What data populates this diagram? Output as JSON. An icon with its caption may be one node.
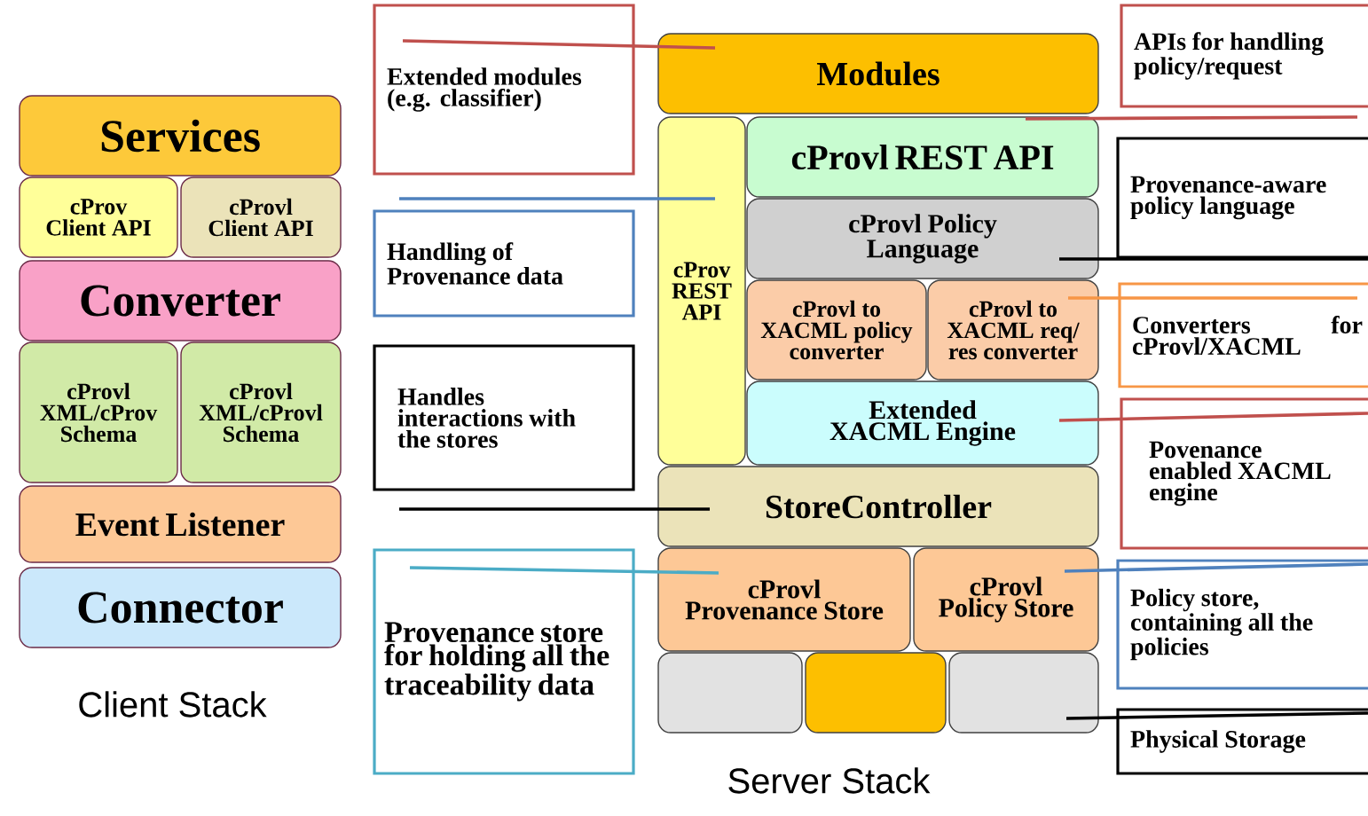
{
  "diagram": {
    "nodes": [
      {
        "text": [
          "Services"
        ]
      },
      {
        "text": [
          "cProv Client API"
        ]
      },
      {
        "text": [
          "cProvl Client API"
        ]
      },
      {
        "text": [
          "Converter"
        ]
      },
      {
        "text": [
          "cProvl XML/cProv Schema"
        ]
      },
      {
        "text": [
          "cProvl XML/cProvl Schema"
        ]
      },
      {
        "text": [
          "Event Listener"
        ]
      },
      {
        "text": [
          "Connector"
        ]
      },
      {
        "text": [
          "Modules"
        ]
      },
      {
        "text": [
          "cProv REST API"
        ]
      },
      {
        "text": [
          "cProvl  REST API"
        ]
      },
      {
        "text": [
          "cProvl Policy Language"
        ]
      },
      {
        "text": [
          "cProvl to XACML policy converter"
        ]
      },
      {
        "text": [
          "cProvl to XACML req/ res converter"
        ]
      },
      {
        "text": [
          "Extended XACML Engine"
        ]
      },
      {
        "text": [
          "StoreController"
        ]
      },
      {
        "text": [
          "cProvl Provenance Store"
        ]
      },
      {
        "text": [
          "cProvl Policy Store"
        ]
      },
      {
        "text": [],
        "shape": "box"
      },
      {
        "text": [],
        "shape": "box"
      },
      {
        "text": [],
        "shape": "box"
      },
      {
        "text": [
          "Extended modules (e.g. classifier)"
        ]
      },
      {
        "text": [
          "Handling of Provenance data"
        ]
      },
      {
        "text": [
          "Handles interactions with the stores"
        ]
      },
      {
        "text": [
          "Provenance store for holding all the traceability data"
        ]
      },
      {
        "text": [
          "APIs for handling policy/request"
        ]
      },
      {
        "text": [
          "Provenance-aware policy language"
        ]
      },
      {
        "text": [
          "Converters for cProvl/XACML"
        ]
      },
      {
        "text": [
          "Povenance enabled XACML engine"
        ]
      },
      {
        "text": [
          "Policy store, containing all the policies"
        ]
      },
      {
        "text": [
          "Physical Storage"
        ]
      }
    ],
    "edges": [
      {
        "from": 21,
        "to": 8,
        "arrow": "none",
        "color": "#c0504d"
      },
      {
        "from": 22,
        "to": 9,
        "arrow": "none",
        "color": "#4f81bd"
      },
      {
        "from": 23,
        "to": 15,
        "arrow": "none",
        "color": "#000000"
      },
      {
        "from": 24,
        "to": 16,
        "arrow": "none",
        "color": "#4bacc6"
      },
      {
        "from": 25,
        "to": 10,
        "arrow": "none",
        "color": "#c0504d"
      },
      {
        "from": 26,
        "to": 11,
        "arrow": "none",
        "color": "#000000"
      },
      {
        "from": 27,
        "to": 13,
        "arrow": "none",
        "color": "#f79646"
      },
      {
        "from": 28,
        "to": 14,
        "arrow": "none",
        "color": "#c0504d"
      },
      {
        "from": 29,
        "to": 17,
        "arrow": "none",
        "color": "#4f81bd"
      },
      {
        "from": 30,
        "to": 20,
        "arrow": "none",
        "color": "#000000"
      }
    ],
    "labels": [
      "Client Stack",
      "Server Stack"
    ]
  }
}
